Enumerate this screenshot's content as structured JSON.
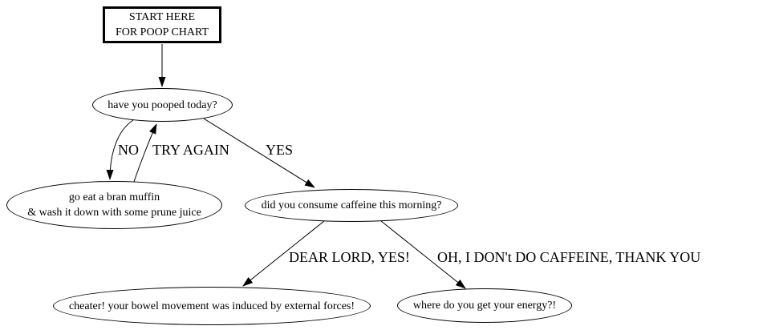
{
  "diagram": {
    "kind": "flowchart",
    "colors": {
      "background": "#ffffff",
      "stroke": "#000000",
      "text": "#000000"
    },
    "nodes": {
      "start": {
        "shape": "box",
        "label": "START HERE\nFOR POOP CHART"
      },
      "pooped": {
        "shape": "ellipse",
        "label": "have you pooped today?"
      },
      "muffin": {
        "shape": "ellipse",
        "label": "go eat a bran muffin\n& wash it down with some prune juice"
      },
      "caffeine": {
        "shape": "ellipse",
        "label": "did you consume caffeine this morning?"
      },
      "cheater": {
        "shape": "ellipse",
        "label": "cheater! your bowel movement was induced by external forces!"
      },
      "energy": {
        "shape": "ellipse",
        "label": "where do you get your energy?!"
      }
    },
    "edges": [
      {
        "from": "start",
        "to": "pooped",
        "label": ""
      },
      {
        "from": "pooped",
        "to": "muffin",
        "label": "NO"
      },
      {
        "from": "muffin",
        "to": "pooped",
        "label": "TRY AGAIN"
      },
      {
        "from": "pooped",
        "to": "caffeine",
        "label": "YES"
      },
      {
        "from": "caffeine",
        "to": "cheater",
        "label": "DEAR LORD, YES!"
      },
      {
        "from": "caffeine",
        "to": "energy",
        "label": "OH, I DON't DO CAFFEINE, THANK YOU"
      }
    ]
  }
}
